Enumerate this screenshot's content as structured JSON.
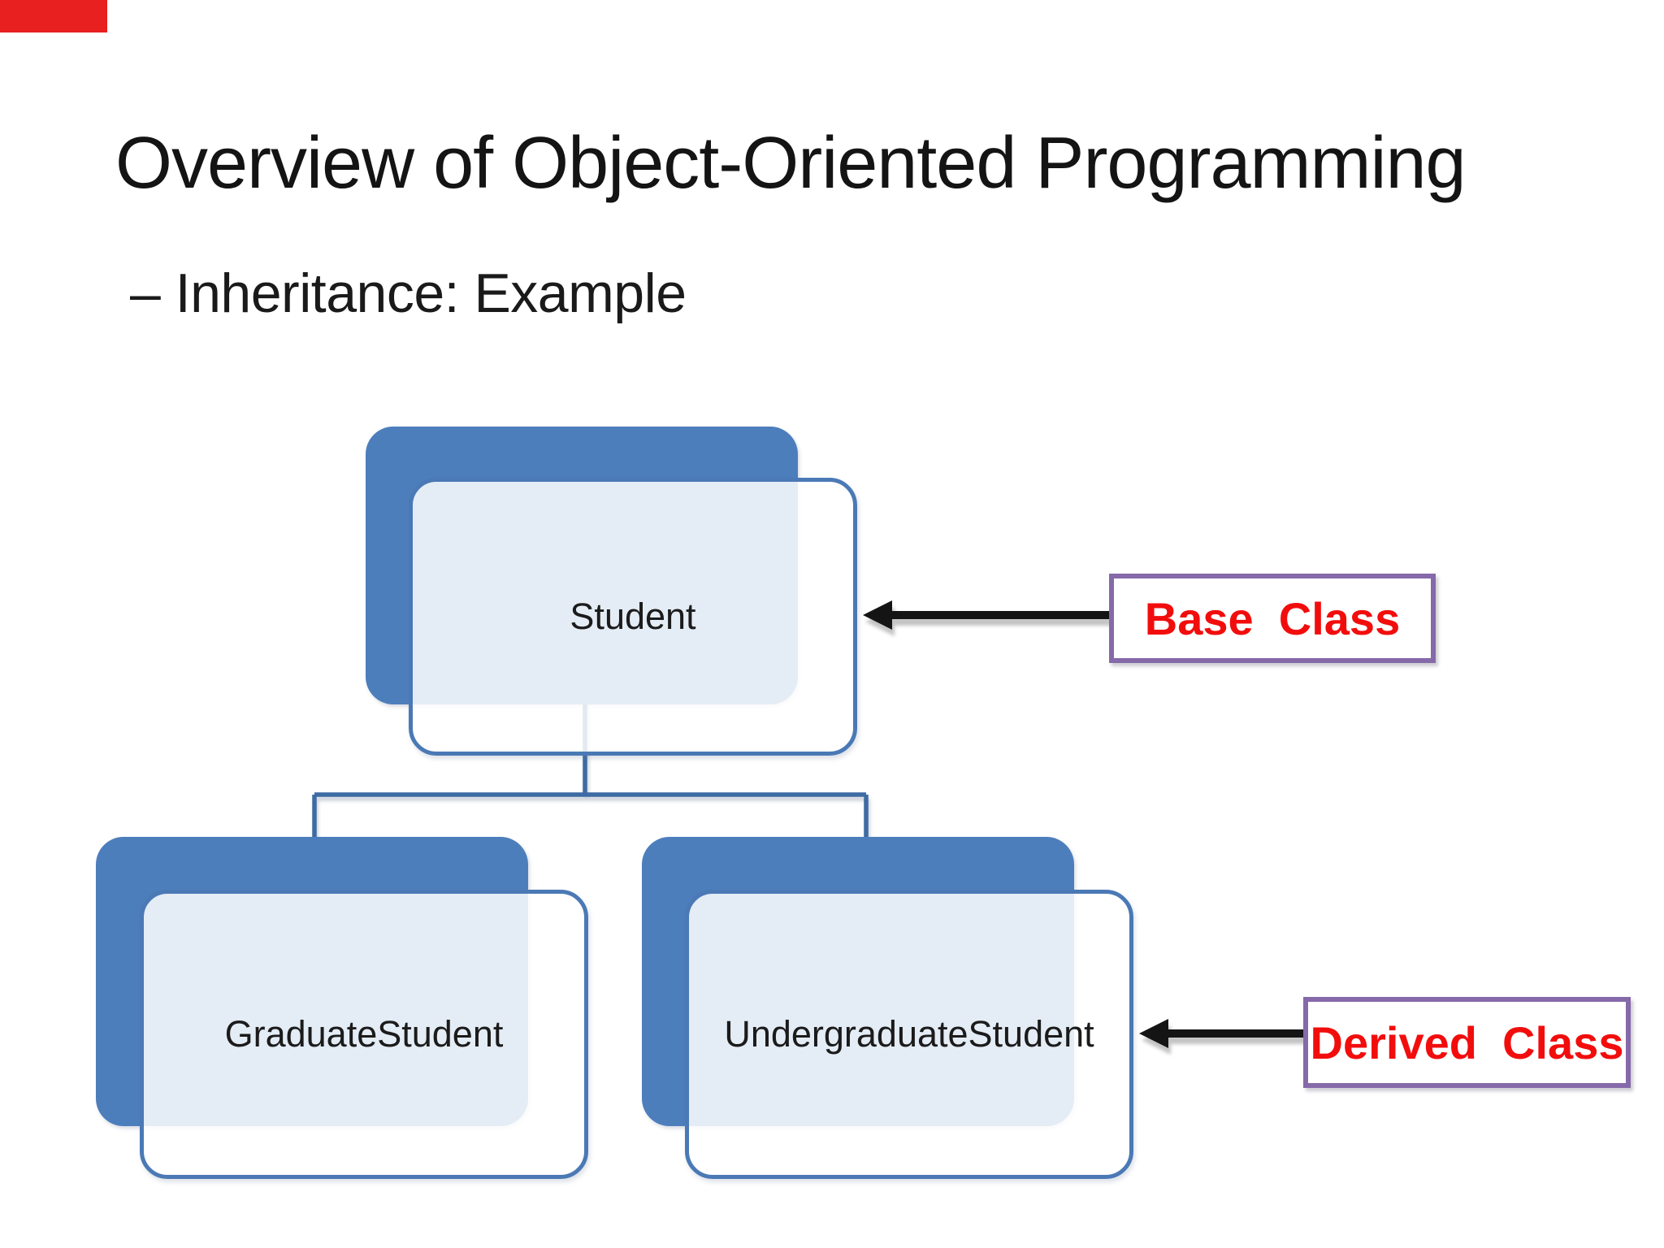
{
  "slide": {
    "title": "Overview of Object-Oriented Programming",
    "subtitle": "– Inheritance: Example",
    "diagram": {
      "nodes": [
        {
          "id": "student",
          "label": "Student",
          "role": "base class"
        },
        {
          "id": "graduate-student",
          "label": "GraduateStudent",
          "role": "derived class"
        },
        {
          "id": "undergraduate-student",
          "label": "UndergraduateStudent",
          "role": "derived class"
        }
      ],
      "callouts": [
        {
          "label": "Base  Class",
          "points_to": "Student"
        },
        {
          "label": "Derived  Class",
          "points_to": "UndergraduateStudent"
        }
      ],
      "colors": {
        "node_fill_blue": "#4d7ebc",
        "node_border_blue": "#4a79b5",
        "node_overlap_tint": "#e8eef7",
        "connector_blue": "#3e6ba3",
        "callout_border_purple": "#8569a9",
        "callout_text_red": "#f20d0d",
        "arrow_black": "#141414",
        "corner_marker_red": "#e8201f"
      }
    }
  }
}
